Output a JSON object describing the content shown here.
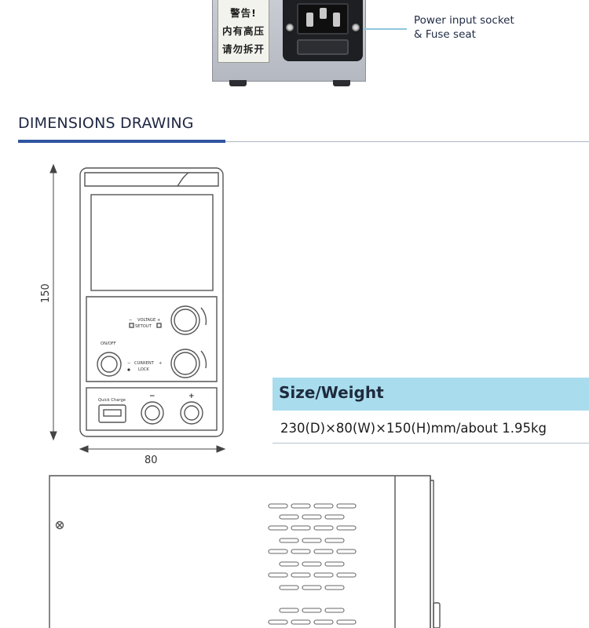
{
  "rear_panel": {
    "warning_lines": [
      "警告!",
      "内有高压",
      "请勿拆开"
    ],
    "callout": {
      "line1": "Power input socket",
      "line2": "& Fuse seat"
    }
  },
  "section": {
    "title": "DIMENSIONS DRAWING"
  },
  "front_drawing": {
    "height_dim": "150",
    "width_dim": "80",
    "labels": {
      "voltage": "VOLTAGE",
      "setout": "SETOUT",
      "onoff": "ON/OFF",
      "current": "CURRENT",
      "lock": "LOCK",
      "quick_charge": "Quick Charge",
      "minus": "−",
      "plus": "+"
    }
  },
  "spec": {
    "heading": "Size/Weight",
    "value": "230(D)×80(W)×150(H)mm/about 1.95kg"
  },
  "colors": {
    "accent_blue": "#2f55a0",
    "spec_header_bg": "#a9dced",
    "line_drawing": "#555555"
  }
}
